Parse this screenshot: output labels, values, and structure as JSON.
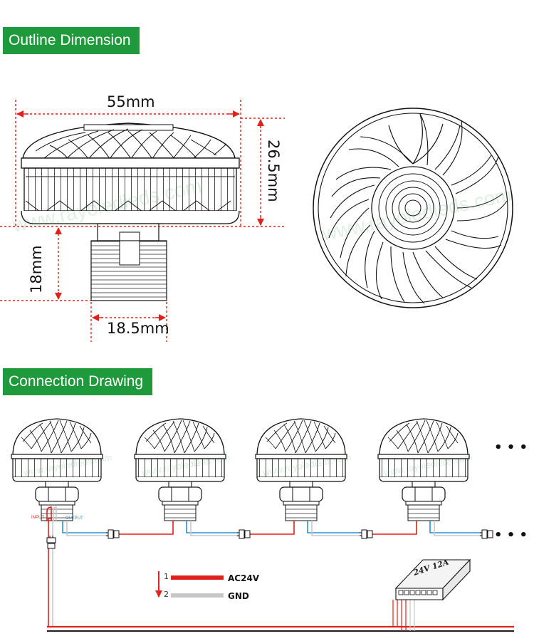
{
  "sections": {
    "outline": "Outline Dimension",
    "connection": "Connection Drawing"
  },
  "dimensions": {
    "width": "55mm",
    "height": "26.5mm",
    "thread_length": "18mm",
    "thread_diameter": "18.5mm"
  },
  "wiring": {
    "input_label": "INPUT",
    "output_label": "OUTPUT",
    "legend": [
      {
        "number": "1",
        "label": "AC24V",
        "color": "#e0211c"
      },
      {
        "number": "2",
        "label": "GND",
        "color": "#c8c8c8"
      }
    ],
    "power_supply_label": "24V 12A",
    "continuation": "• • •"
  },
  "watermark": "www.rayoledleds.com",
  "colors": {
    "section_green": "#1e9a3c",
    "dimension_red": "#e0211c",
    "signal_blue": "#2a8fd6",
    "ground_gray": "#c8c8c8"
  }
}
